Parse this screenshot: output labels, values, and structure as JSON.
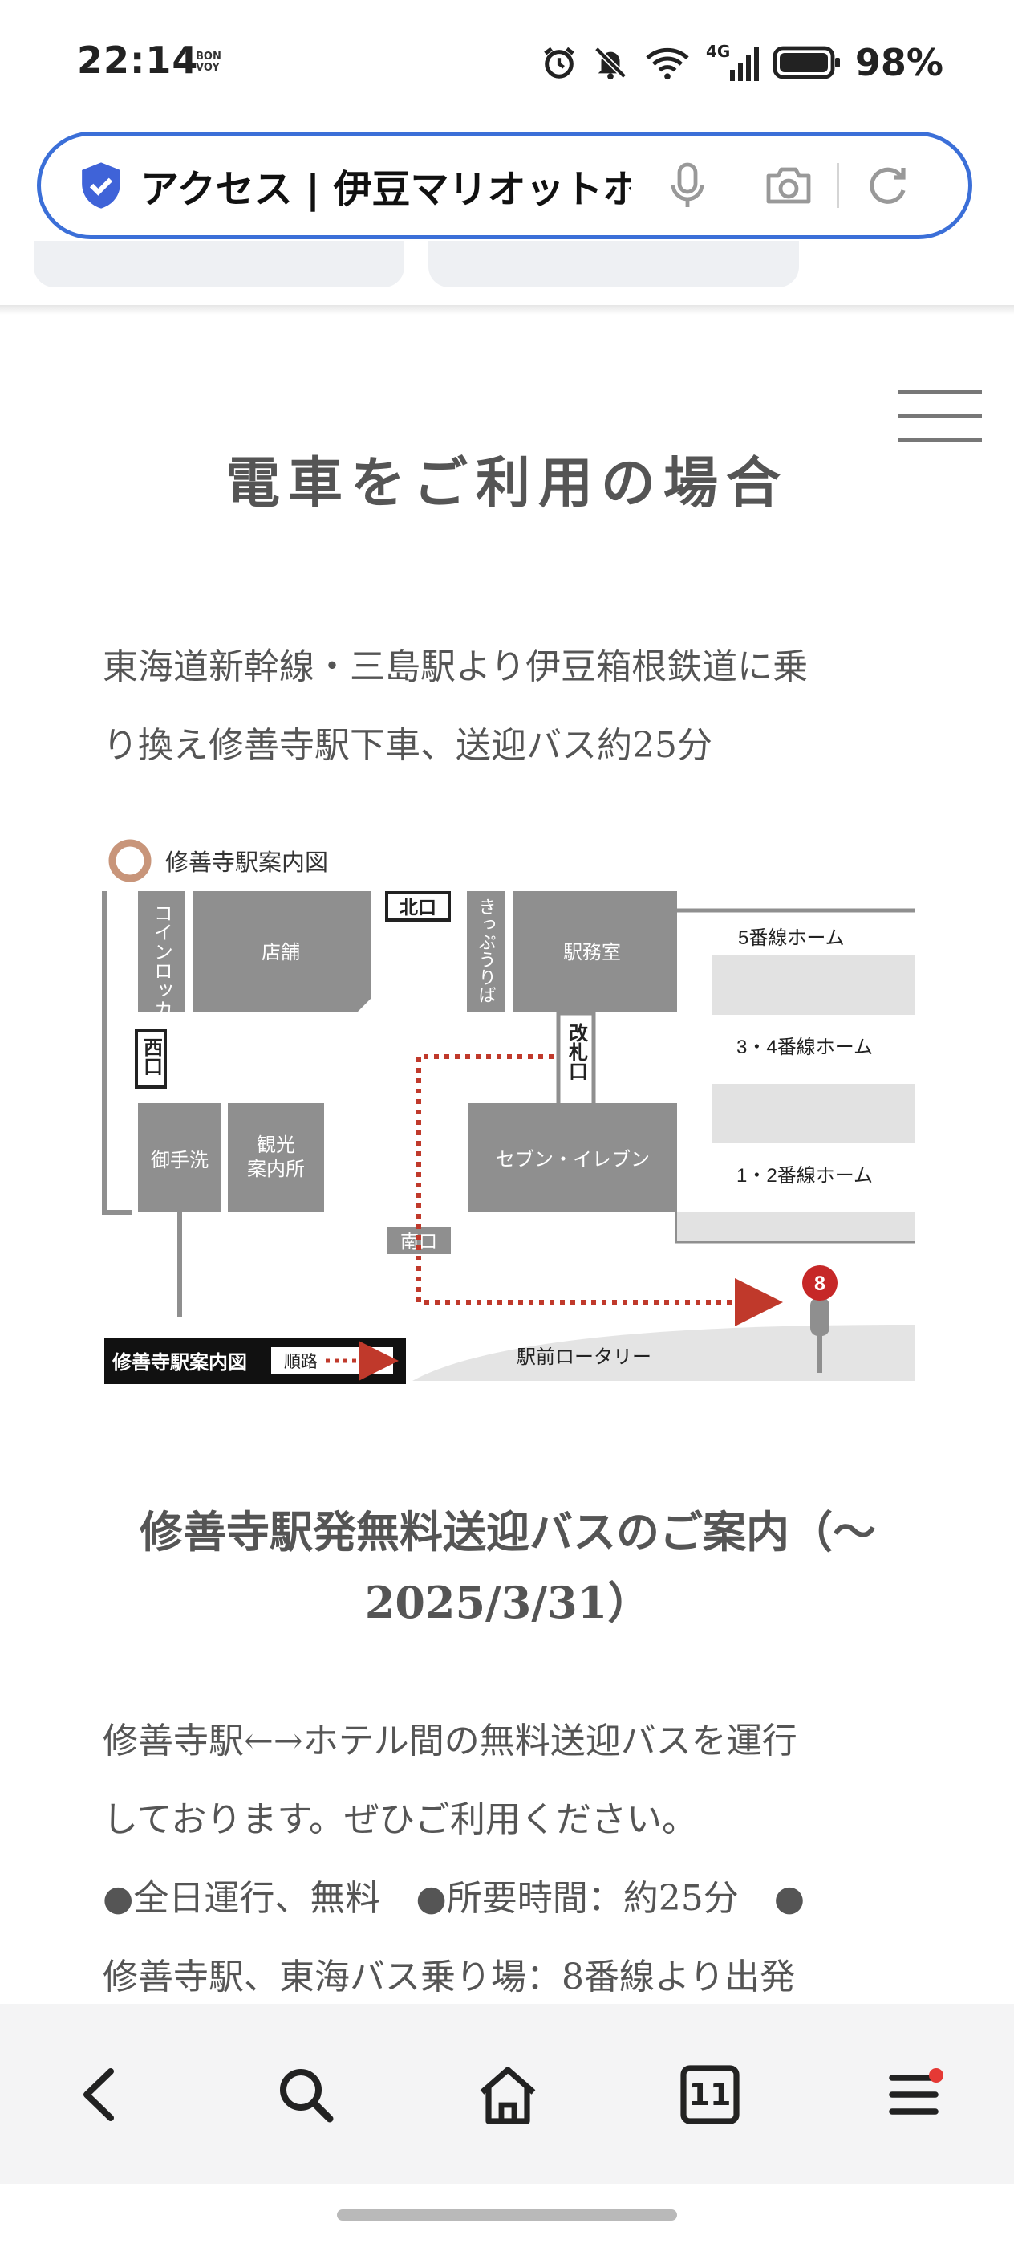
{
  "status_bar": {
    "time": "22:14",
    "carrier_badge": "BON\nVOY",
    "network": "4G",
    "battery_percent": "98%",
    "icons": [
      "alarm-icon",
      "bell-muted-icon",
      "wifi-icon",
      "signal-icon",
      "battery-icon"
    ]
  },
  "browser": {
    "url_title": "アクセス | 伊豆マリオットホテル修善寺",
    "icons": [
      "shield-check-icon",
      "microphone-icon",
      "camera-icon",
      "reload-icon"
    ],
    "accent_color": "#3b6fd8"
  },
  "page": {
    "section_title": "電車をご利用の場合",
    "intro_line1": "東海道新幹線・三島駅より伊豆箱根鉄道に乗",
    "intro_line2": "り換え修善寺駅下車、送迎バス約25分",
    "map": {
      "title": "修善寺駅案内図",
      "north_exit": "北口",
      "west_exit": "西口",
      "south_exit": "南口",
      "coin_locker": "コインロッカー",
      "shop": "店舗",
      "ticket_counter": "きっぷうりば",
      "station_office": "駅務室",
      "ticket_gate": "改札口",
      "toilet": "御手洗",
      "tourist_info": "観光\n案内所",
      "seven_eleven": "セブン・イレブン",
      "platform_5": "5番線ホーム",
      "platform_34": "3・4番線ホーム",
      "platform_12": "1・2番線ホーム",
      "bus_stop_number": "8",
      "rotary": "駅前ロータリー",
      "legend_title": "修善寺駅案内図",
      "legend_route": "順路",
      "route_color": "#c0392b"
    },
    "bus_title": "修善寺駅発無料送迎バスのご案内（〜2025/3/31）",
    "bus_line1": "修善寺駅←→ホテル間の無料送迎バスを運行",
    "bus_line2": "しております。ぜひご利用ください。",
    "bus_line3": "●全日運行、無料　●所要時間：約25分　●",
    "bus_line4": "修善寺駅、東海バス乗り場：8番線より出発"
  },
  "bottom_nav": {
    "tab_count": "11",
    "icons": [
      "back-icon",
      "search-icon",
      "home-icon",
      "tabs-icon",
      "menu-icon"
    ]
  }
}
